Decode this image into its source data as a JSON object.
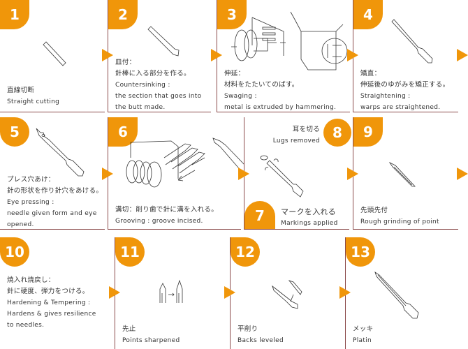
{
  "theme": {
    "accent": "#f0960a",
    "border": "#8b4a4a",
    "text": "#333333"
  },
  "steps": [
    {
      "num": "1",
      "ja": "直線切断",
      "en": "Straight cutting",
      "desc": ""
    },
    {
      "num": "2",
      "ja": "皿付：",
      "ja2": "針棒に入る部分を作る。",
      "en": "Countersinking :",
      "desc": "the section that goes into",
      "desc2": "the butt made."
    },
    {
      "num": "3",
      "ja": "伸延：",
      "ja2": "材料をたたいてのばす。",
      "en": "Swaging :",
      "desc": "metal is extruded by hammering."
    },
    {
      "num": "4",
      "ja": "矯直：",
      "ja2": "伸延後のゆがみを矯正する。",
      "en": "Straightening :",
      "desc": "warps are straightened."
    },
    {
      "num": "5",
      "ja": "プレス穴あけ：",
      "ja2": "針の形状を作り針穴をあける。",
      "en": "Eye pressing :",
      "desc": "needle given form and eye",
      "desc2": "opened."
    },
    {
      "num": "6",
      "ja": "溝切：削り歯で針に溝を入れる。",
      "en": "Grooving : groove incised."
    },
    {
      "num": "7",
      "ja": "マークを入れる",
      "en": "Markings applied"
    },
    {
      "num": "8",
      "ja": "耳を切る",
      "en": "Lugs removed"
    },
    {
      "num": "9",
      "ja": "先頭先付",
      "en": "Rough grinding of point"
    },
    {
      "num": "10",
      "ja": "焼入れ焼戻し：",
      "ja2": "針に硬度、弾力をつける。",
      "en": "Hardening & Tempering :",
      "desc": "Hardens & gives resilience",
      "desc2": "to needles."
    },
    {
      "num": "11",
      "ja": "先止",
      "en": "Points sharpened"
    },
    {
      "num": "12",
      "ja": "平削り",
      "en": "Backs leveled"
    },
    {
      "num": "13",
      "ja": "メッキ",
      "en": "Platin"
    }
  ]
}
